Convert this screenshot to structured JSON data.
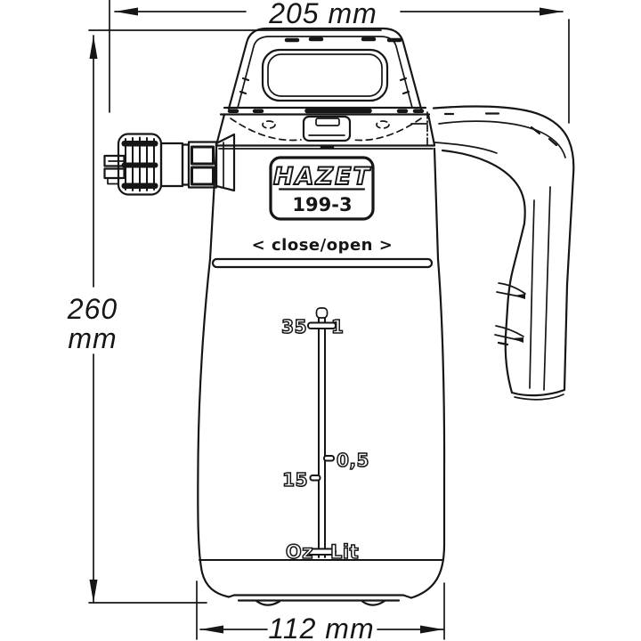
{
  "dimensions": {
    "top_width": "205 mm",
    "height_value": "260",
    "height_unit": "mm",
    "bottom_width": "112 mm"
  },
  "product": {
    "brand": "HAZET",
    "model": "199-3",
    "collar_label": "< close/open >"
  },
  "scale": {
    "oz_upper": "35",
    "lit_upper": "1",
    "lit_mid": "0,5",
    "oz_mid": "15",
    "oz_unit": "Oz",
    "lit_unit": "Lit"
  },
  "colors": {
    "line": "#161616",
    "background": "#ffffff"
  }
}
